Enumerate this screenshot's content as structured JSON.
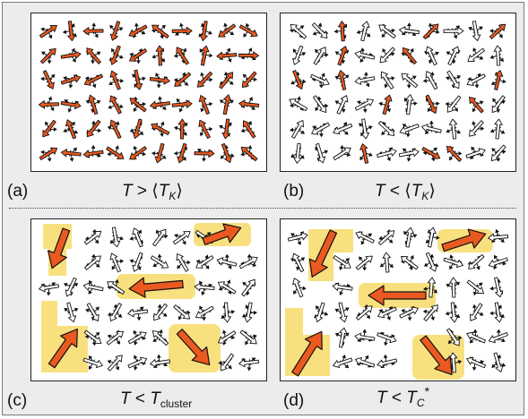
{
  "colors": {
    "background": "#ececec",
    "cluster_highlight": "#f9e07f",
    "arrow_fill": "#ea5a20",
    "arrow_outline": "#111111",
    "small_arrow_fill": "#ffffff"
  },
  "panels": [
    {
      "label": "(a)",
      "cond_var": "T",
      "cond_op": ">",
      "cond_open": "⟨",
      "cond_sym": "T",
      "cond_sub": "K",
      "cond_close": "⟩",
      "cond_tail": "",
      "state": "all-local-moments-ordered"
    },
    {
      "label": "(b)",
      "cond_var": "T",
      "cond_op": "<",
      "cond_open": "⟨",
      "cond_sym": "T",
      "cond_sub": "K",
      "cond_close": "⟩",
      "cond_tail": "",
      "state": "partially-screened-moments"
    },
    {
      "label": "(c)",
      "cond_var": "T",
      "cond_op": "<",
      "cond_open": "",
      "cond_sym": "T",
      "cond_sub": "cluster",
      "cond_close": "",
      "cond_tail": "",
      "state": "clusters-forming"
    },
    {
      "label": "(d)",
      "cond_var": "T",
      "cond_op": "<",
      "cond_open": "",
      "cond_sym": "T",
      "cond_sub": "C",
      "cond_close": "",
      "cond_tail": "*",
      "state": "cluster-glass"
    }
  ]
}
